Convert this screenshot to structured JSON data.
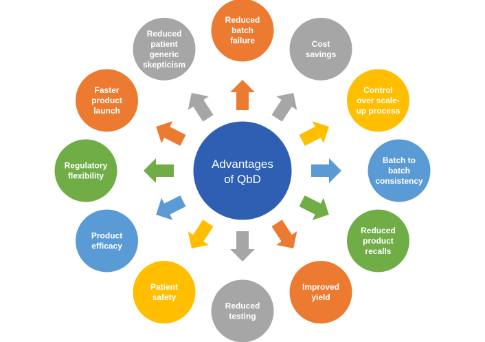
{
  "center": {
    "lines": [
      "Advantages",
      "of QbD"
    ],
    "color": "#2E5FB3"
  },
  "colors": {
    "orange": "#EC7A30",
    "gray": "#A6A6A6",
    "yellow": "#FFBF00",
    "blue": "#5B9BD5",
    "green": "#70AD47"
  },
  "nodes": [
    {
      "id": "reduced-batch-failure",
      "lines": [
        "Reduced",
        "batch",
        "failure"
      ],
      "color": "orange"
    },
    {
      "id": "cost-savings",
      "lines": [
        "Cost",
        "savings"
      ],
      "color": "gray"
    },
    {
      "id": "control-over-scale-up-process",
      "lines": [
        "Control",
        "over scale-",
        "up process"
      ],
      "color": "yellow"
    },
    {
      "id": "batch-to-batch-consistency",
      "lines": [
        "Batch to",
        "batch",
        "consistency"
      ],
      "color": "blue"
    },
    {
      "id": "reduced-product-recalls",
      "lines": [
        "Reduced",
        "product",
        "recalls"
      ],
      "color": "green"
    },
    {
      "id": "improved-yield",
      "lines": [
        "Improved",
        "yield"
      ],
      "color": "orange"
    },
    {
      "id": "reduced-testing",
      "lines": [
        "Reduced",
        "testing"
      ],
      "color": "gray"
    },
    {
      "id": "patient-safety",
      "lines": [
        "Patient",
        "safety"
      ],
      "color": "yellow"
    },
    {
      "id": "product-efficacy",
      "lines": [
        "Product",
        "efficacy"
      ],
      "color": "blue"
    },
    {
      "id": "regulatory-flexibility",
      "lines": [
        "Regulatory",
        "flexibility"
      ],
      "color": "green"
    },
    {
      "id": "faster-product-launch",
      "lines": [
        "Faster",
        "product",
        "launch"
      ],
      "color": "orange"
    },
    {
      "id": "reduced-patient-generic-skepticism",
      "lines": [
        "Reduced",
        "patient",
        "generic",
        "skepticism"
      ],
      "color": "gray"
    }
  ]
}
